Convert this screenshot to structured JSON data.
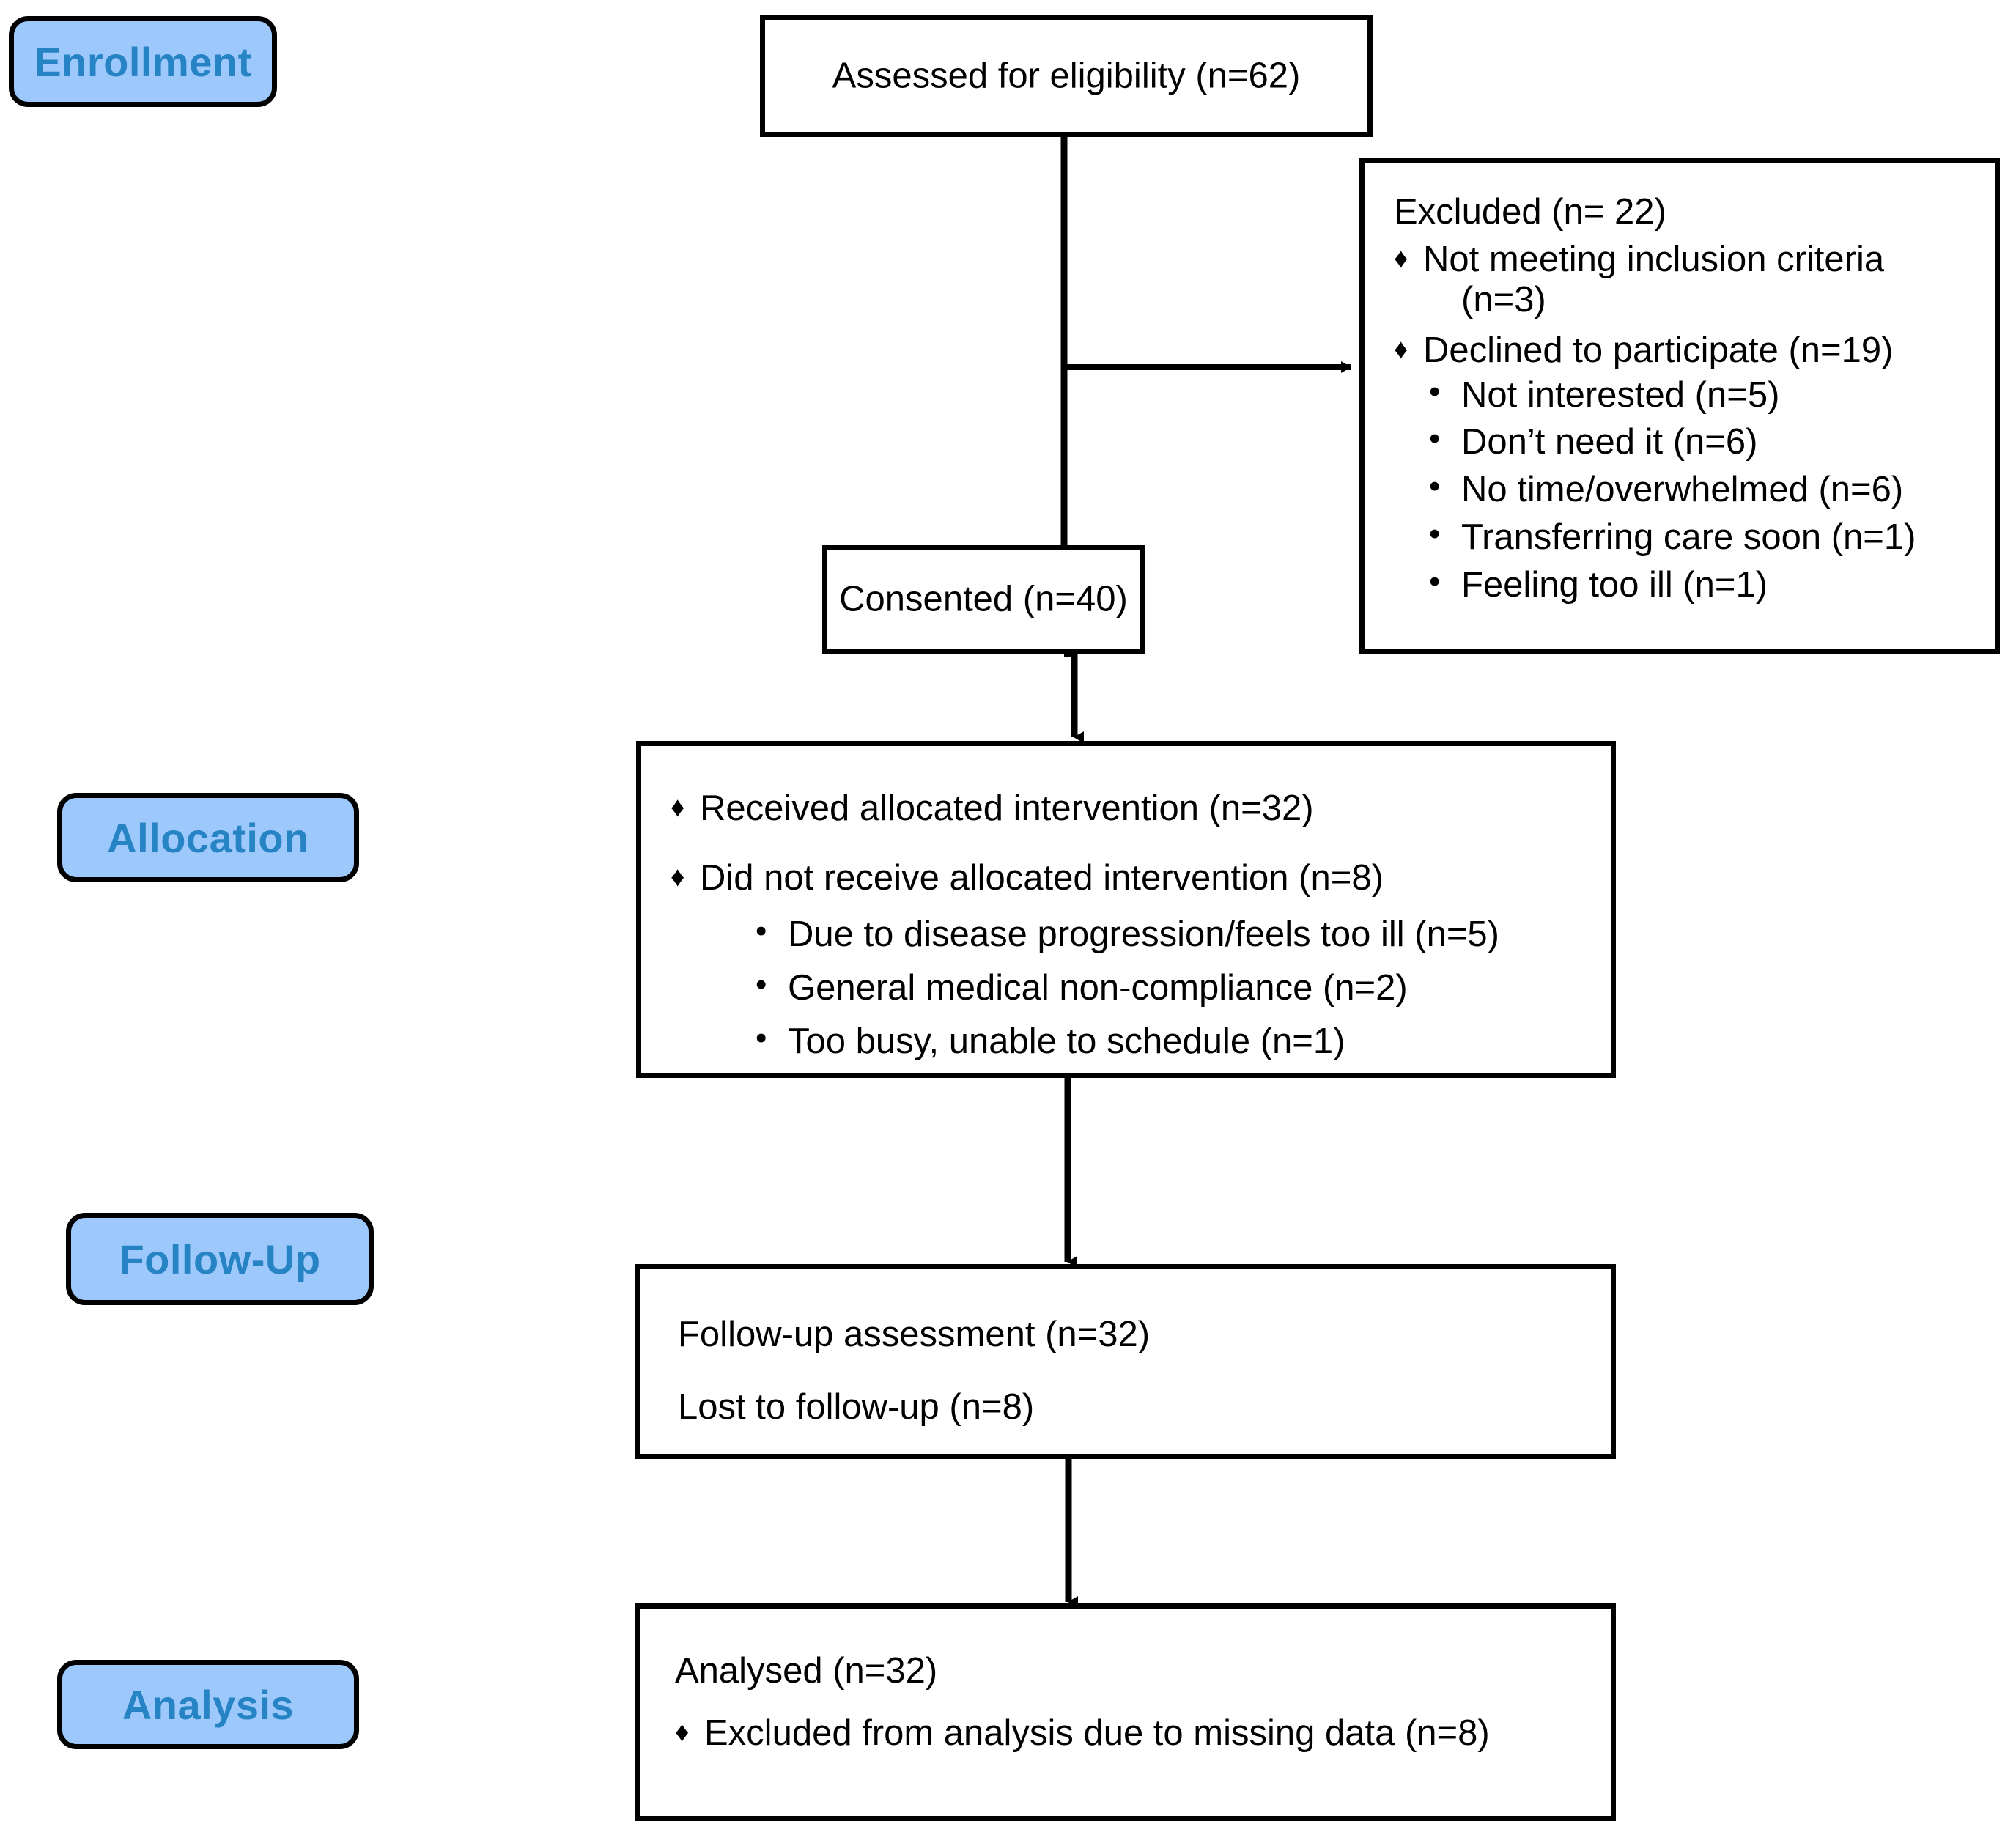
{
  "stages": [
    {
      "label": "Enrollment"
    },
    {
      "label": "Allocation"
    },
    {
      "label": "Follow-Up"
    },
    {
      "label": "Analysis"
    }
  ],
  "boxes": {
    "eligibility": {
      "text": "Assessed for eligibility (n=62)"
    },
    "excluded": {
      "heading": "Excluded (n= 22)",
      "items": [
        {
          "text": "Not meeting inclusion criteria",
          "cont": "(n=3)"
        },
        {
          "text": "Declined to participate (n=19)",
          "sub": [
            "Not interested (n=5)",
            "Don’t need it (n=6)",
            "No time/overwhelmed (n=6)",
            "Transferring care soon (n=1)",
            "Feeling too ill (n=1)"
          ]
        }
      ]
    },
    "consented": {
      "text": "Consented (n=40)"
    },
    "allocation": {
      "items": [
        {
          "text": "Received allocated intervention (n=32)"
        },
        {
          "text": "Did not receive allocated intervention (n=8)",
          "sub": [
            "Due to disease progression/feels too ill (n=5)",
            "General medical non-compliance (n=2)",
            "Too busy, unable to schedule (n=1)"
          ]
        }
      ]
    },
    "followup": {
      "line1": "Follow-up assessment (n=32)",
      "line2": "Lost to follow-up (n=8)"
    },
    "analysis": {
      "heading": "Analysed  (n=32)",
      "items": [
        {
          "text": "Excluded from analysis due to missing data (n=8)"
        }
      ]
    }
  },
  "glyphs": {
    "diamond": "♦",
    "dot": "•"
  },
  "colors": {
    "pill_fill": "#9DC8FC",
    "pill_text": "#2683C4",
    "stroke": "#000000",
    "box_fill": "#FFFFFF"
  }
}
